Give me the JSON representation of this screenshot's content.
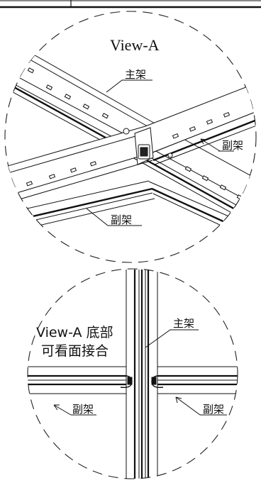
{
  "top_view": {
    "title": "View-A",
    "main_label": "主架",
    "sub_label_right": "副架",
    "sub_label_bottom": "副架"
  },
  "bottom_view": {
    "title_line1": "View-A 底部",
    "title_line2": "可看面接合",
    "main_label": "主架",
    "sub_label_left": "副架",
    "sub_label_right": "副架"
  }
}
